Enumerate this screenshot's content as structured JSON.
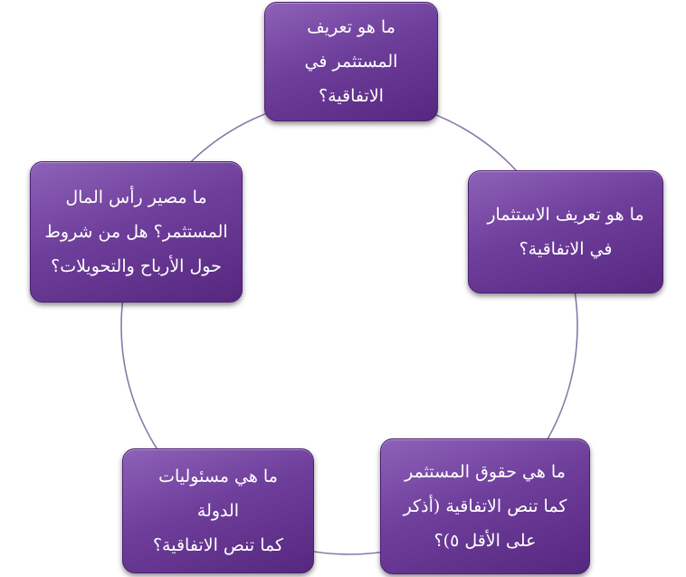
{
  "diagram": {
    "ring_color": "#8a78a8",
    "node_color": "#6e3e9b",
    "nodes": [
      {
        "id": "n1",
        "text": "ما هو تعريف\nالمستثمر في الاتفاقية؟"
      },
      {
        "id": "n2",
        "text": "ما هو تعريف الاستثمار\nفي الاتفاقية؟"
      },
      {
        "id": "n3",
        "text": "ما هي حقوق المستثمر\nكما تنص الاتفاقية (أذكر\nعلى الأقل ٥)؟"
      },
      {
        "id": "n4",
        "text": "ما هي مسئوليات الدولة\nكما تنص الاتفاقية؟"
      },
      {
        "id": "n5",
        "text": "ما مصير رأس المال\nالمستثمر؟ هل من شروط\nحول الأرباح والتحويلات؟"
      }
    ]
  }
}
